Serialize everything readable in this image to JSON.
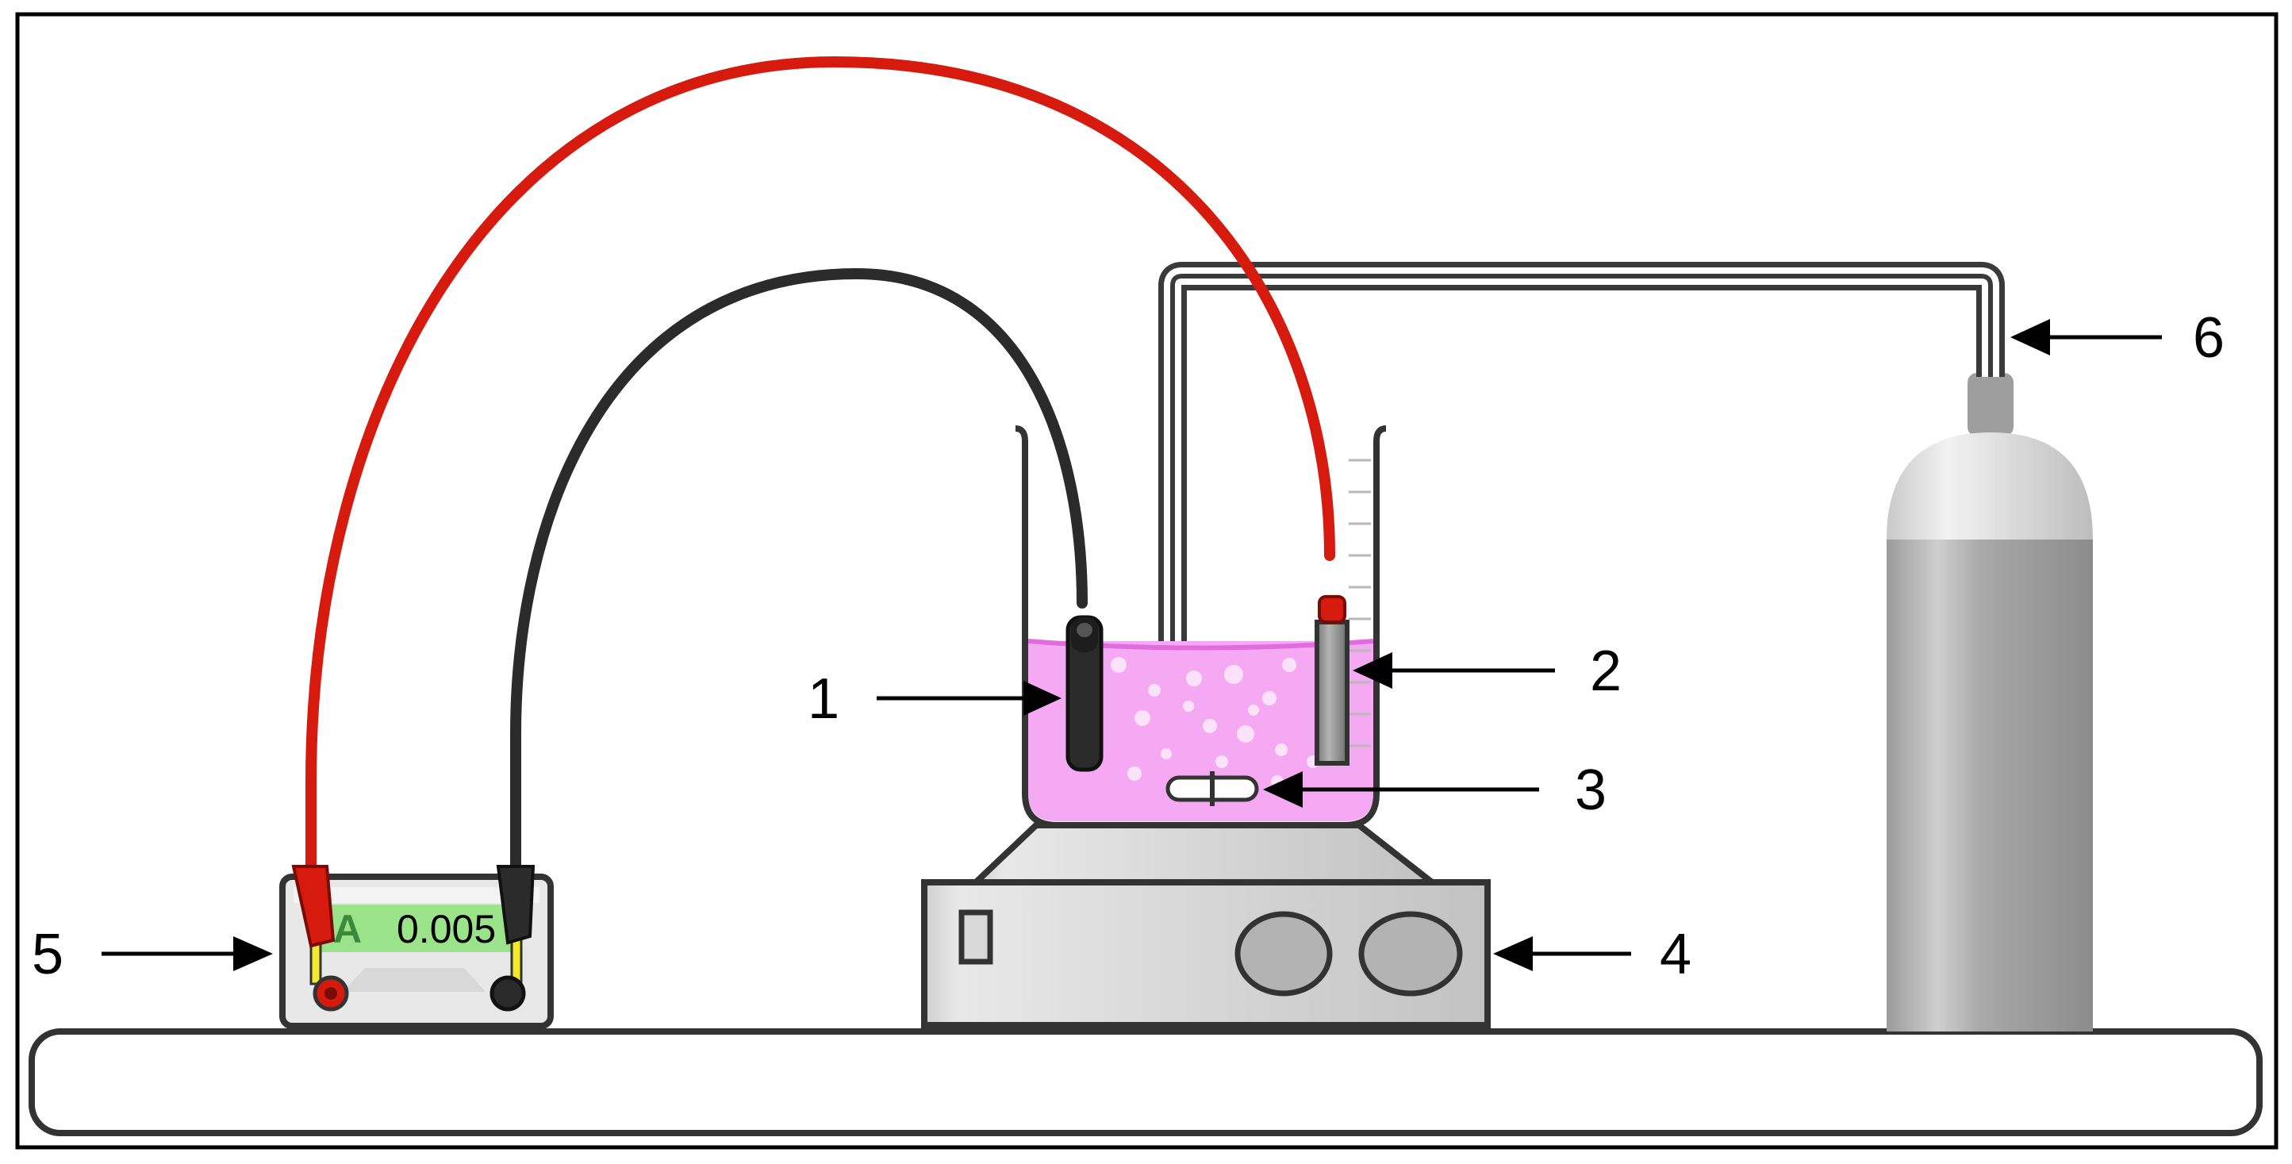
{
  "meter": {
    "unit": "A",
    "reading": "0.005"
  },
  "labels": {
    "electrode_black": "1",
    "electrode_grey": "2",
    "stir_bar": "3",
    "stirrer": "4",
    "ammeter": "5",
    "gas_tube": "6"
  },
  "colors": {
    "solution": "#f5a9f2",
    "solution_surface": "#e26be0",
    "red_wire": "#d61a0e",
    "black_wire": "#2b2b2b",
    "meter_screen": "#9be38a",
    "terminal_yellow": "#f2ea2a"
  }
}
